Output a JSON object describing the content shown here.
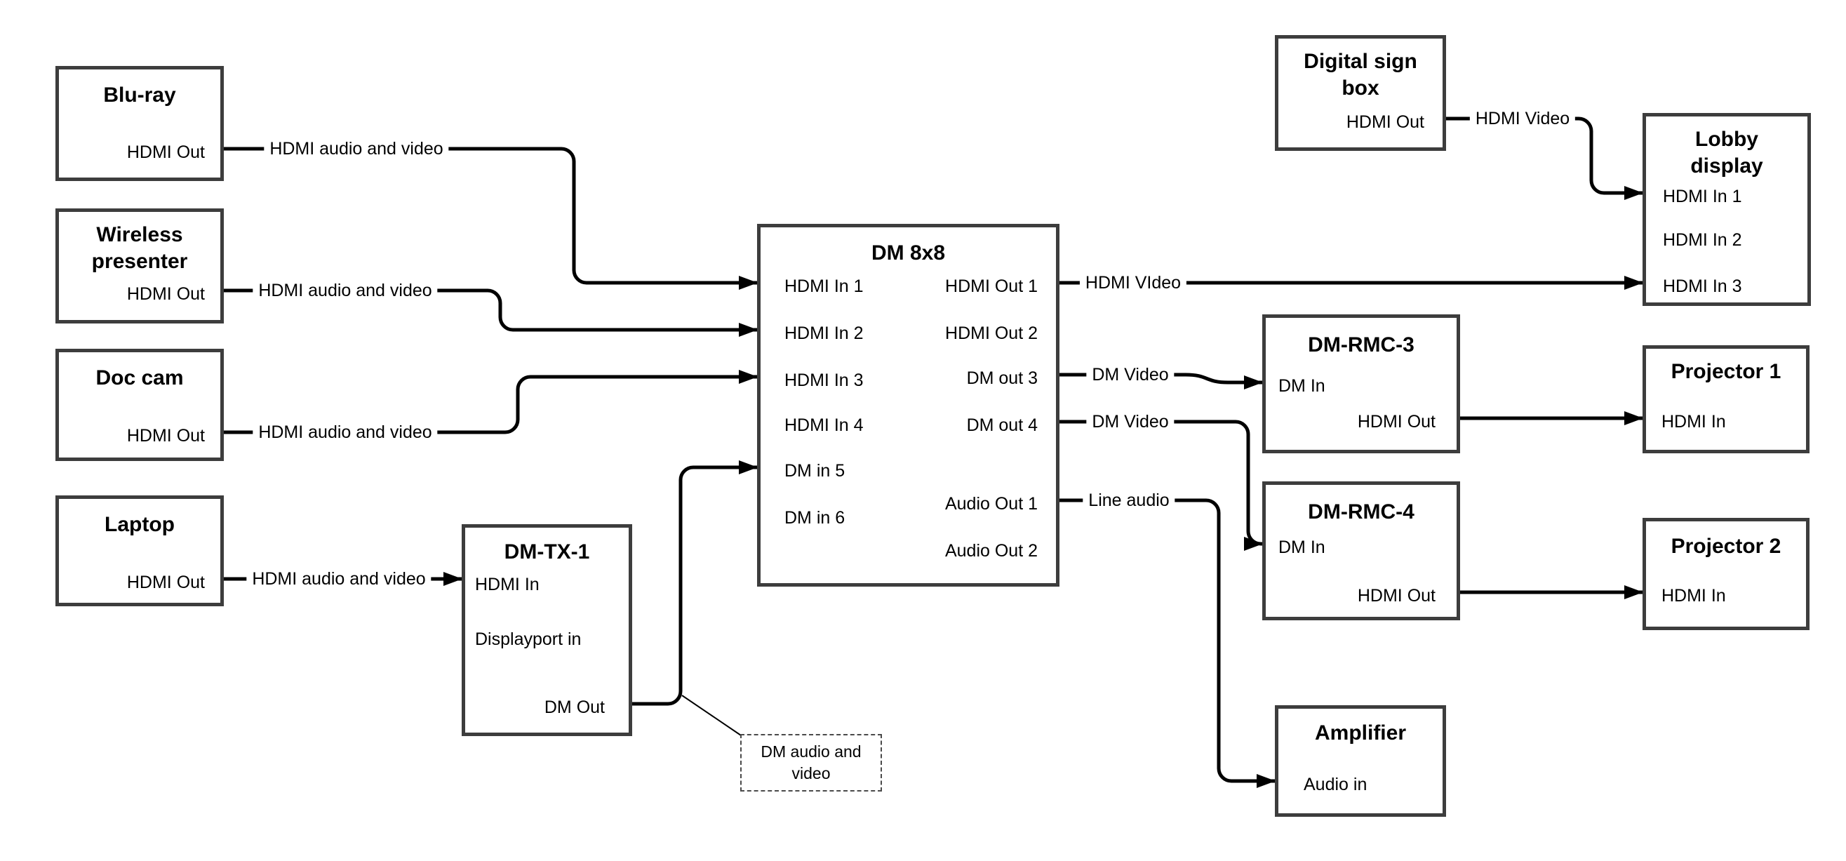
{
  "colors": {
    "line": "#000000",
    "box_border": "#3d3d3d",
    "background": "#ffffff"
  },
  "boxes": {
    "bluray": {
      "title": "Blu-ray",
      "ports": {
        "hdmi_out": "HDMI Out"
      }
    },
    "wireless_presenter": {
      "title": "Wireless presenter",
      "ports": {
        "hdmi_out": "HDMI Out"
      }
    },
    "doc_cam": {
      "title": "Doc cam",
      "ports": {
        "hdmi_out": "HDMI Out"
      }
    },
    "laptop": {
      "title": "Laptop",
      "ports": {
        "hdmi_out": "HDMI Out"
      }
    },
    "dm_tx_1": {
      "title": "DM-TX-1",
      "ports": {
        "hdmi_in": "HDMI In",
        "displayport_in": "Displayport in",
        "dm_out": "DM Out"
      }
    },
    "dm_8x8": {
      "title": "DM 8x8",
      "ports": {
        "in1": "HDMI In 1",
        "in2": "HDMI In 2",
        "in3": "HDMI In 3",
        "in4": "HDMI In 4",
        "in5": "DM in 5",
        "in6": "DM in 6",
        "out1": "HDMI Out 1",
        "out2": "HDMI Out 2",
        "out3": "DM out 3",
        "out4": "DM out 4",
        "aout1": "Audio Out 1",
        "aout2": "Audio Out 2"
      }
    },
    "digital_sign_box": {
      "title": "Digital sign box",
      "ports": {
        "hdmi_out": "HDMI Out"
      }
    },
    "lobby_display": {
      "title": "Lobby display",
      "ports": {
        "hdmi_in_1": "HDMI In 1",
        "hdmi_in_2": "HDMI In 2",
        "hdmi_in_3": "HDMI In 3"
      }
    },
    "dm_rmc_3": {
      "title": "DM-RMC-3",
      "ports": {
        "dm_in": "DM In",
        "hdmi_out": "HDMI Out"
      }
    },
    "projector_1": {
      "title": "Projector 1",
      "ports": {
        "hdmi_in": "HDMI In"
      }
    },
    "dm_rmc_4": {
      "title": "DM-RMC-4",
      "ports": {
        "dm_in": "DM In",
        "hdmi_out": "HDMI Out"
      }
    },
    "projector_2": {
      "title": "Projector 2",
      "ports": {
        "hdmi_in": "HDMI In"
      }
    },
    "amplifier": {
      "title": "Amplifier",
      "ports": {
        "audio_in": "Audio in"
      }
    }
  },
  "link_labels": {
    "bluray_to_dm": "HDMI audio and video",
    "wireless_to_dm": "HDMI audio and video",
    "doccam_to_dm": "HDMI audio and video",
    "laptop_to_tx": "HDMI audio and video",
    "hdmi_out_1": "HDMI VIdeo",
    "sign_to_lobby": "HDMI Video",
    "dm_out_3": "DM Video",
    "dm_out_4": "DM Video",
    "audio_out_1": "Line audio",
    "callout": "DM audio and video"
  }
}
